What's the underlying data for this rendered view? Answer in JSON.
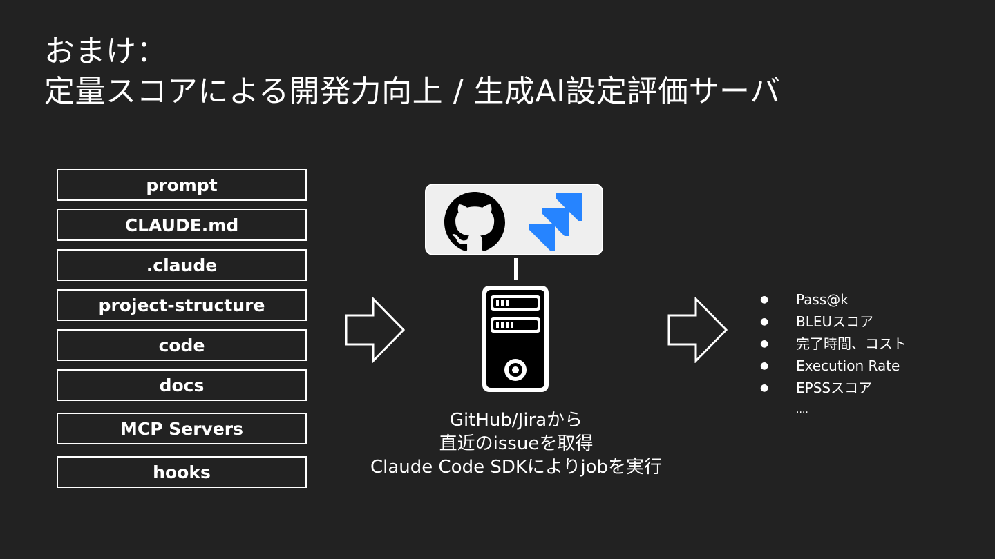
{
  "title": {
    "line1": "おまけ：",
    "line2": "定量スコアによる開発力向上 / 生成AI設定評価サーバ"
  },
  "stack_items": [
    "prompt",
    "CLAUDE.md",
    ".claude",
    "project-structure",
    "code",
    "docs",
    "MCP Servers",
    "hooks"
  ],
  "tools": {
    "icons": [
      "github-icon",
      "jira-icon",
      "server-icon",
      "arrow-right-icon"
    ]
  },
  "caption": {
    "line1": "GitHub/Jiraから",
    "line2": "直近のissueを取得",
    "line3": "Claude Code SDKによりjobを実行"
  },
  "metrics": [
    "Pass@k",
    "BLEUスコア",
    "完了時間、コスト",
    "Execution Rate",
    "EPSSスコア"
  ],
  "metrics_more": "....",
  "colors": {
    "background": "#222222",
    "foreground": "#ffffff",
    "jira_blue": "#2684FF",
    "panel": "#efefef"
  }
}
